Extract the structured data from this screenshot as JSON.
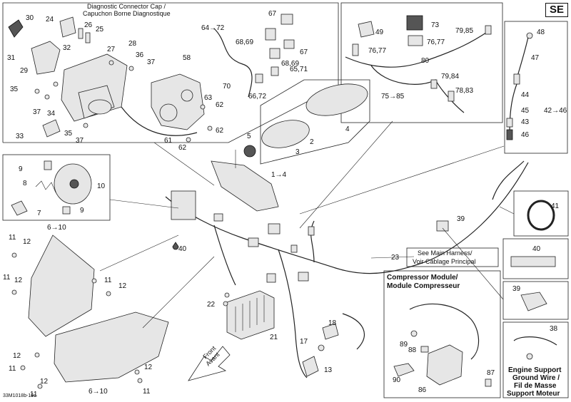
{
  "badge": "SE",
  "figure_code": "33M1018b-19c",
  "headings": {
    "diag_connector_en": "Diagnostic Connector Cap /",
    "diag_connector_fr": "Capuchon Borne Diagnostique",
    "main_harness_en": "See Main Harness/",
    "main_harness_fr": "Voir Câblage Principal",
    "compressor_en": "Compressor Module/",
    "compressor_fr": "Module Compresseur",
    "ground_1": "Engine Support",
    "ground_2": "Ground Wire /",
    "ground_3": "Fil de Masse",
    "ground_4": "Support Moteur",
    "front_1": "Front",
    "front_2": "Avant"
  },
  "callouts": {
    "c30": "30",
    "c24": "24",
    "c26": "26",
    "c25": "25",
    "c31": "31",
    "c32": "32",
    "c27": "27",
    "c28": "28",
    "c36": "36",
    "c37a": "37",
    "c29": "29",
    "c58": "58",
    "c35a": "35",
    "c37b": "37",
    "c34": "34",
    "c33": "33",
    "c35b": "35",
    "c37c": "37",
    "c63": "63",
    "c62a": "62",
    "c62b": "62",
    "c61": "61",
    "c62c": "62",
    "c64_72": "64→72",
    "c68_69a": "68,69",
    "c67a": "67",
    "c67b": "67",
    "c68_69b": "68,69",
    "c65_71": "65,71",
    "c70": "70",
    "c66_72": "66,72",
    "c49": "49",
    "c73": "73",
    "c79_85": "79,85",
    "c76_77a": "76,77",
    "c76_77b": "76,77",
    "c80": "80",
    "c79_84": "79,84",
    "c75_85": "75→85",
    "c78_83": "78,83",
    "c48": "48",
    "c47": "47",
    "c44": "44",
    "c45": "45",
    "c42_46": "42→46",
    "c43": "43",
    "c46": "46",
    "c5": "5",
    "c2": "2",
    "c3": "3",
    "c4": "4",
    "c1_4": "1→4",
    "c9a": "9",
    "c10": "10",
    "c8": "8",
    "c7": "7",
    "c9b": "9",
    "c6_10a": "6→10",
    "c11a": "11",
    "c12a": "12",
    "c11b": "11",
    "c12b": "12",
    "c11c": "11",
    "c12c": "12",
    "c12d": "12",
    "c11d": "11",
    "c12e": "12",
    "c12f": "12",
    "c11e": "11",
    "c11f": "11",
    "c6_10b": "6→10",
    "c40a": "40",
    "c39a": "39",
    "c23": "23",
    "c22": "22",
    "c21": "21",
    "c18": "18",
    "c17": "17",
    "c13": "13",
    "c41": "41",
    "c40b": "40",
    "c39b": "39",
    "c38": "38",
    "c89": "89",
    "c88": "88",
    "c87": "87",
    "c90": "90",
    "c86": "86"
  }
}
